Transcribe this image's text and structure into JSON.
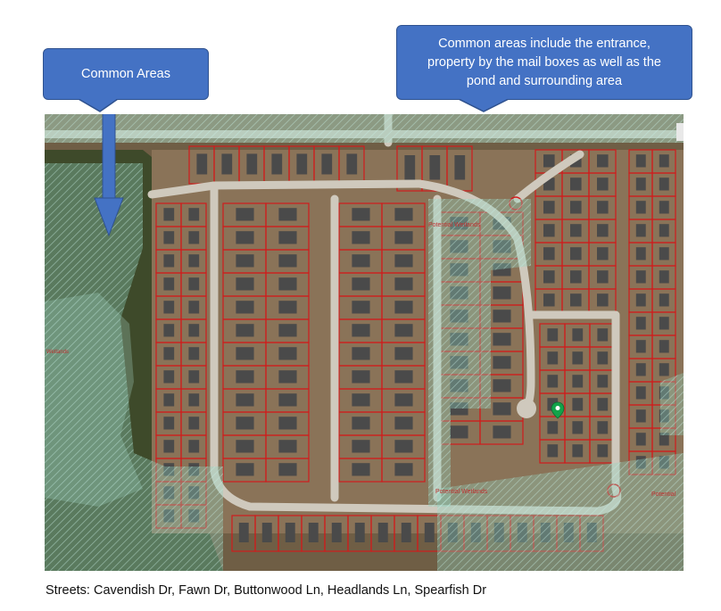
{
  "callouts": {
    "left": {
      "text": "Common Areas"
    },
    "right": {
      "lines": [
        "Common areas include the entrance,",
        "property by the mail boxes as well as the",
        "pond and surrounding area"
      ]
    }
  },
  "map": {
    "street_labels": [
      "Potential Wetlands",
      "Potential Wetlands",
      "Potential",
      "Wetlands"
    ]
  },
  "caption": "Streets:  Cavendish Dr, Fawn Dr, Buttonwood Ln, Headlands Ln, Spearfish Dr",
  "colors": {
    "callout_fill": "#4472c4",
    "callout_border": "#2f528f",
    "arrow": "#4472c4",
    "parcel_lines": "#d01c1c",
    "common_area_overlay": "#8fd3c0",
    "road": "#cfc9bd",
    "lot_dirt": "#8a7358",
    "vegetation": "#3e4a2a",
    "pond": "#5d7358"
  }
}
